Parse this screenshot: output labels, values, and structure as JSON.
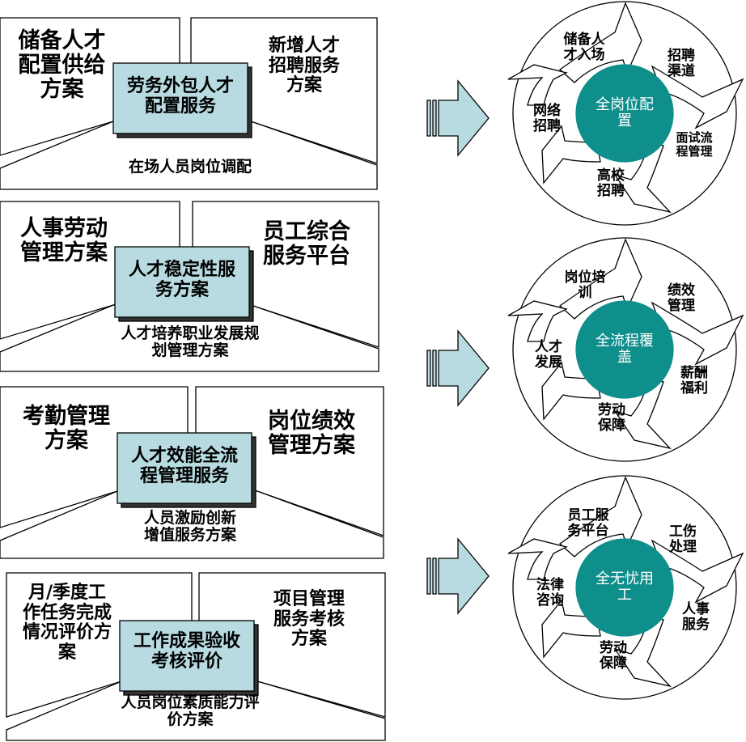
{
  "panels": [
    {
      "top_left": "储备人才\n配置供给\n方案",
      "top_right": "新增人才\n招聘服务\n方案",
      "center": "劳务外包人才\n配置服务",
      "bottom": "在场人员岗位调配"
    },
    {
      "top_left": "人事劳动\n管理方案",
      "top_right": "员工综合\n服务平台",
      "center": "人才稳定性服\n务方案",
      "bottom": "人才培养职业发展规\n划管理方案"
    },
    {
      "top_left": "考勤管理\n方案",
      "top_right": "岗位绩效\n管理方案",
      "center": "人才效能全流\n程管理服务",
      "bottom": "人员激励创新\n增值服务方案"
    },
    {
      "top_left": "月/季度工\n作任务完成\n情况评价方\n案",
      "top_right": "项目管理\n服务考核\n方案",
      "center": "工作成果验收\n考核评价",
      "bottom": "人员岗位素质能力评\n价方案"
    }
  ],
  "cycles": [
    {
      "hub": "全岗位配\n置",
      "items": [
        "储备人\n才入场",
        "招聘\n渠道",
        "面试流\n程管理",
        "高校\n招聘",
        "网络\n招聘"
      ]
    },
    {
      "hub": "全流程覆\n盖",
      "items": [
        "岗位培\n训",
        "绩效\n管理",
        "薪酬\n福利",
        "劳动\n保障",
        "人才\n发展"
      ]
    },
    {
      "hub": "全无忧用\n工",
      "items": [
        "员工服\n务平台",
        "工伤\n处理",
        "人事\n服务",
        "劳动\n保障",
        "法律\n咨询"
      ]
    }
  ],
  "colors": {
    "center_box_fill": "#b7dbe0",
    "arrow_fill": "#b7dbe0",
    "hub_fill": "#0f8f8c",
    "panel_stroke": "#000000"
  }
}
